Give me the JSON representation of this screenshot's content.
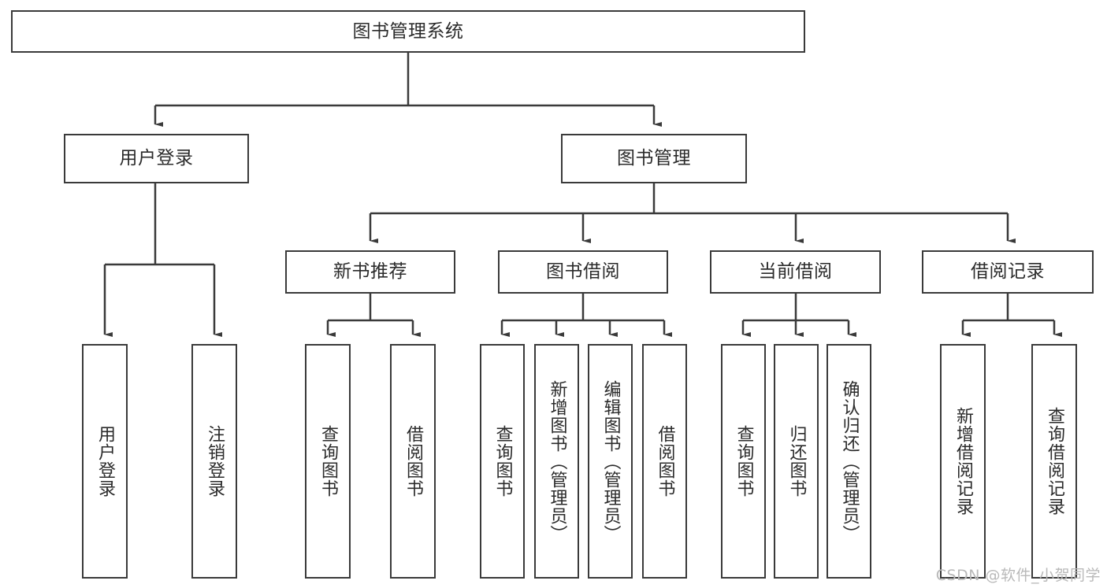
{
  "diagram": {
    "type": "tree-hierarchy",
    "title": "图书管理系统",
    "root": {
      "label": "图书管理系统"
    },
    "level2": [
      {
        "label": "用户登录"
      },
      {
        "label": "图书管理"
      }
    ],
    "level3": [
      {
        "label": "新书推荐"
      },
      {
        "label": "图书借阅"
      },
      {
        "label": "当前借阅"
      },
      {
        "label": "借阅记录"
      }
    ],
    "leaves": {
      "user_login": [
        {
          "label": "用户登录"
        },
        {
          "label": "注销登录"
        }
      ],
      "new_book_recommend": [
        {
          "label": "查询图书"
        },
        {
          "label": "借阅图书"
        }
      ],
      "book_borrow": [
        {
          "label": "查询图书"
        },
        {
          "label": "新增图书（管理员）"
        },
        {
          "label": "编辑图书（管理员）"
        },
        {
          "label": "借阅图书"
        }
      ],
      "current_borrow": [
        {
          "label": "查询图书"
        },
        {
          "label": "归还图书"
        },
        {
          "label": "确认归还（管理员）"
        }
      ],
      "borrow_record": [
        {
          "label": "新增借阅记录"
        },
        {
          "label": "查询借阅记录"
        }
      ]
    },
    "watermark": "CSDN @软件_小贺同学",
    "colors": {
      "background": "#ffffff",
      "border": "#3a3a3a",
      "text": "#2b2b2b",
      "connector": "#3a3a3a",
      "watermark": "#b9b9b9"
    }
  }
}
